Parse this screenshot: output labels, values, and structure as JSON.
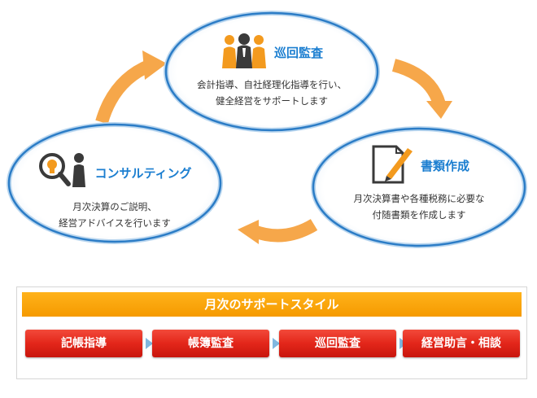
{
  "nodes": {
    "patrol": {
      "title": "巡回監査",
      "desc1": "会計指導、自社経理化指導を行い、",
      "desc2": "健全経営をサポートします",
      "icon": "people-icon"
    },
    "documents": {
      "title": "書類作成",
      "desc1": "月次決算書や各種税務に必要な",
      "desc2": "付随書類を作成します",
      "icon": "document-pen-icon"
    },
    "consulting": {
      "title": "コンサルティング",
      "desc1": "月次決算のご説明、",
      "desc2": "経営アドバイスを行います",
      "icon": "magnifier-person-icon"
    }
  },
  "support": {
    "heading": "月次のサポートスタイル",
    "steps": [
      "記帳指導",
      "帳簿監査",
      "巡回監査",
      "経営助言・相談"
    ]
  },
  "colors": {
    "accent_blue": "#1b7ed0",
    "arrow_orange": "#f6a74a",
    "header_orange": "#f7a300",
    "step_red": "#e3261a"
  }
}
